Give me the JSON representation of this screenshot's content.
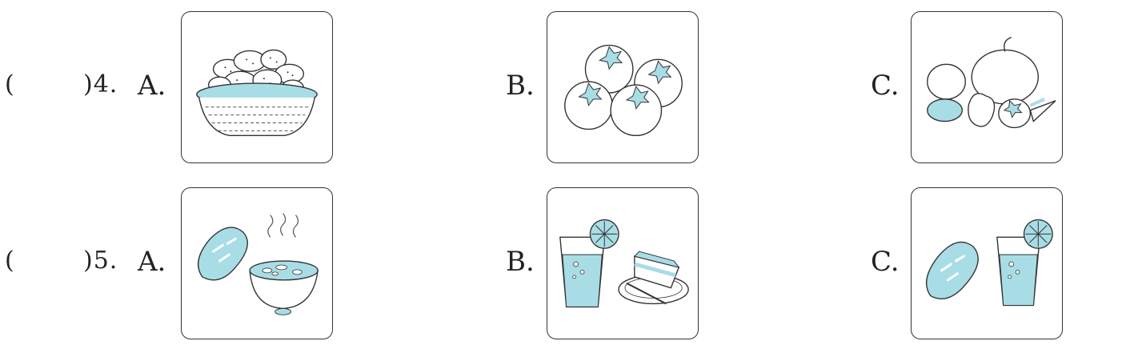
{
  "questions": [
    {
      "paren": "(",
      "number": ")4.",
      "options": [
        {
          "label": "A.",
          "icon": "basket-of-potatoes-icon"
        },
        {
          "label": "B.",
          "icon": "tomatoes-icon"
        },
        {
          "label": "C.",
          "icon": "vegetables-icon"
        }
      ]
    },
    {
      "paren": "(",
      "number": ")5.",
      "options": [
        {
          "label": "A.",
          "icon": "bread-and-soup-icon"
        },
        {
          "label": "B.",
          "icon": "juice-and-cake-icon"
        },
        {
          "label": "C.",
          "icon": "bread-and-juice-icon"
        }
      ]
    }
  ],
  "colors": {
    "accent": "#a8dde6",
    "line": "#333333"
  }
}
